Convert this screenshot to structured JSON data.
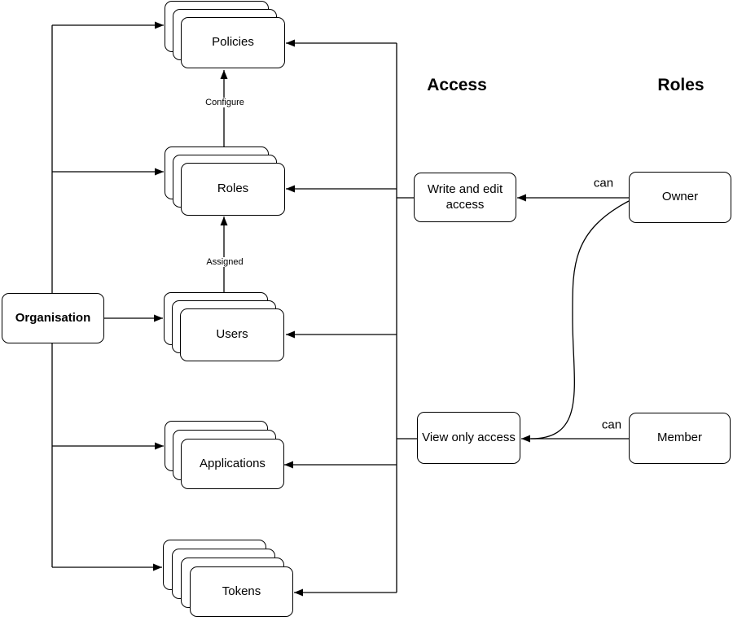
{
  "diagram": {
    "headers": {
      "access": "Access",
      "roles": "Roles"
    },
    "organisation": {
      "label": "Organisation"
    },
    "stacks": {
      "policies": {
        "label": "Policies"
      },
      "roles": {
        "label": "Roles"
      },
      "users": {
        "label": "Users"
      },
      "applications": {
        "label": "Applications"
      },
      "tokens": {
        "label": "Tokens"
      }
    },
    "access": {
      "write": "Write and edit access",
      "view": "View only access"
    },
    "role_nodes": {
      "owner": "Owner",
      "member": "Member"
    },
    "edge_labels": {
      "configure": "Configure",
      "assigned": "Assigned",
      "owner_can": "can",
      "member_can": "can"
    },
    "colors": {
      "stroke": "#000000",
      "fill": "#ffffff",
      "background": "#ffffff",
      "text": "#000000"
    }
  }
}
